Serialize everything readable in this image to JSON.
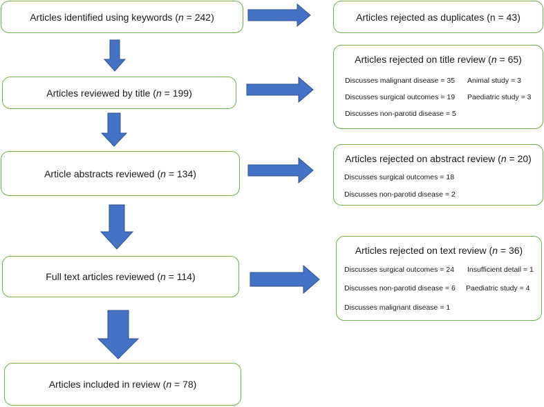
{
  "flow": {
    "identified": {
      "pre": "Articles identified using keywords (",
      "n_sym": "n",
      "post": " = 242)"
    },
    "title_review": {
      "pre": "Articles reviewed by title (",
      "n_sym": "n",
      "post": " = 199)"
    },
    "abstract_review": {
      "pre": "Article abstracts reviewed (",
      "n_sym": "n",
      "post": " = 134)"
    },
    "full_text": {
      "pre": "Full text articles reviewed (",
      "n_sym": "n",
      "post": " = 114)"
    },
    "included": {
      "pre": "Articles included in review (",
      "n_sym": "n",
      "post": " = 78)"
    }
  },
  "rejections": {
    "duplicates": {
      "title": "Articles rejected as duplicates (n = 43)"
    },
    "title": {
      "heading": {
        "pre": "Articles rejected on title review (",
        "n_sym": "n",
        "post": " = 65)"
      },
      "items": [
        "Discusses malignant disease = 35",
        "Animal study = 3",
        "Discusses surgical outcomes = 19",
        "Paediatric study = 3",
        "Discusses non-parotid disease = 5"
      ]
    },
    "abstract": {
      "heading": {
        "pre": "Articles rejected on abstract review (",
        "n_sym": "n",
        "post": " = 20)"
      },
      "items": [
        "Discusses surgical outcomes = 18",
        "Discusses non-parotid disease = 2"
      ]
    },
    "text": {
      "heading": {
        "pre": "Articles rejected on text review (",
        "n_sym": "n",
        "post": " = 36)"
      },
      "items": [
        "Discusses surgical outcomes = 24",
        "Insufficient detail = 1",
        "Discusses non-parotid disease = 6",
        "Paediatric study = 4",
        "Discusses malignant disease = 1"
      ]
    }
  },
  "colors": {
    "arrow": "#4472c4",
    "arrow_stroke": "#2f528f",
    "box_border": "#70ad47"
  }
}
